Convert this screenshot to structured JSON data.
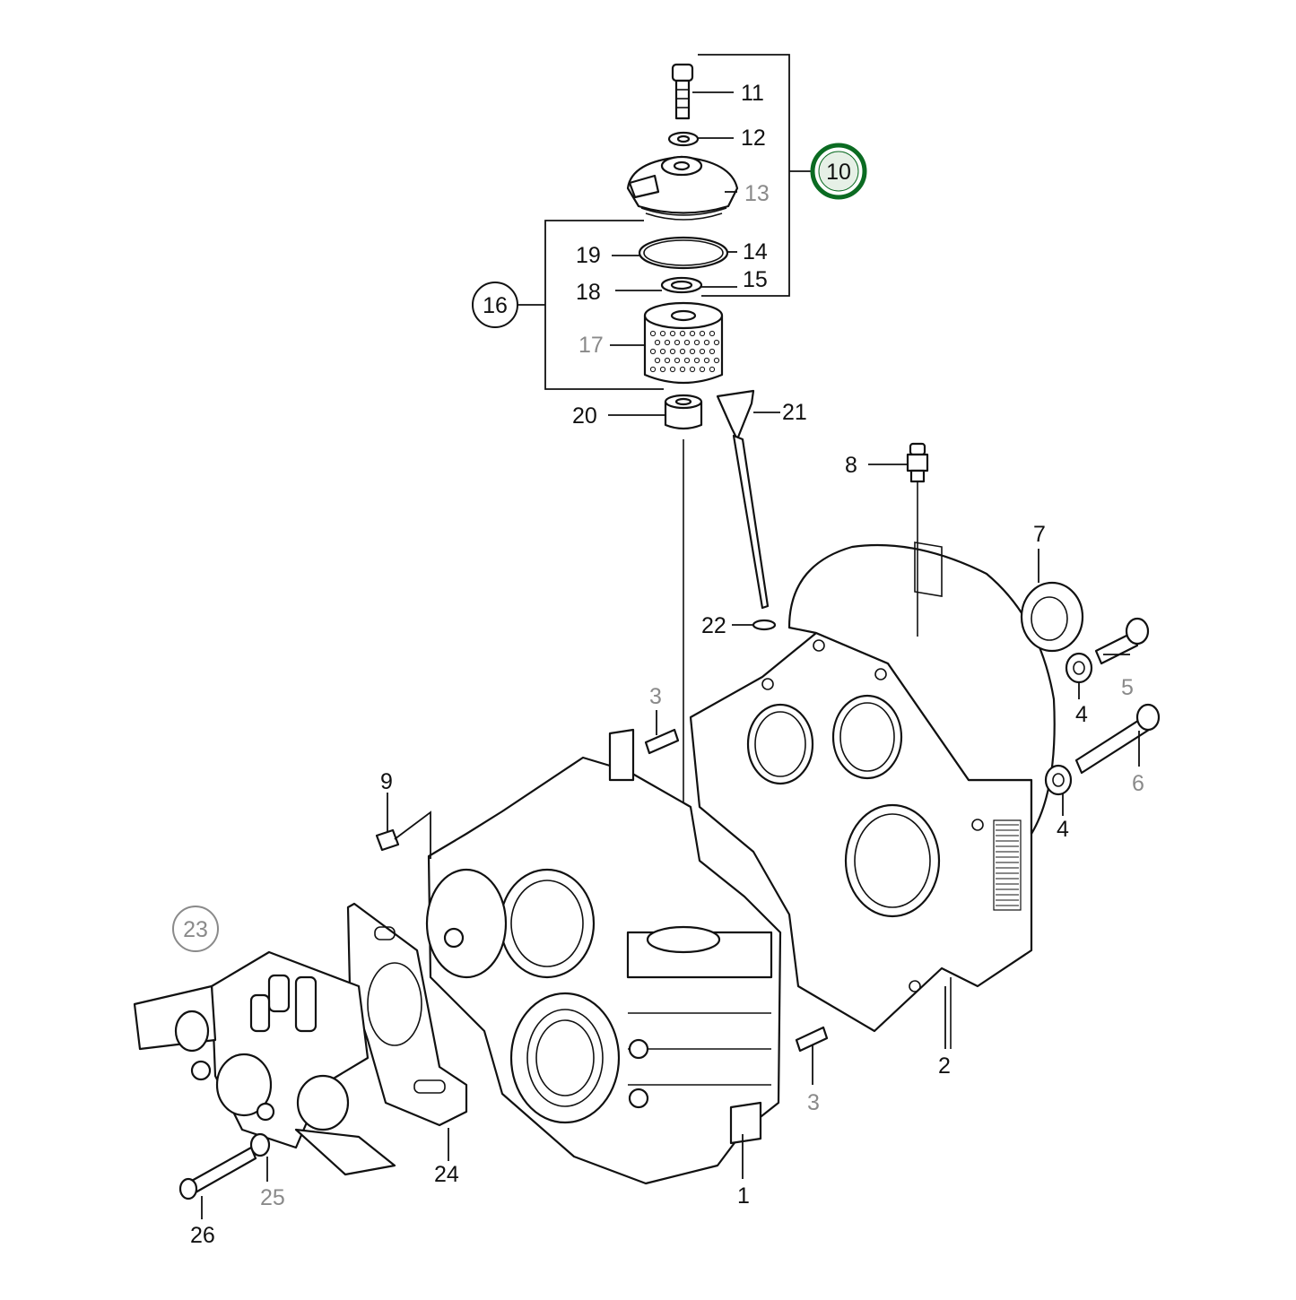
{
  "colors": {
    "highlight_ring": "#0b6b22",
    "highlight_fill": "#e6f0e6",
    "label_primary": "#111111",
    "label_muted": "#8a8a8a"
  },
  "labels": {
    "l1": "1",
    "l2": "2",
    "l3a": "3",
    "l3b": "3",
    "l4a": "4",
    "l4b": "4",
    "l5": "5",
    "l6": "6",
    "l7": "7",
    "l8": "8",
    "l9": "9",
    "l11": "11",
    "l12": "12",
    "l13": "13",
    "l14": "14",
    "l15": "15",
    "l17": "17",
    "l18": "18",
    "l19": "19",
    "l20": "20",
    "l21": "21",
    "l22": "22",
    "l24": "24",
    "l25": "25",
    "l26": "26"
  },
  "callouts": {
    "c10": "10",
    "c16": "16",
    "c23": "23"
  }
}
